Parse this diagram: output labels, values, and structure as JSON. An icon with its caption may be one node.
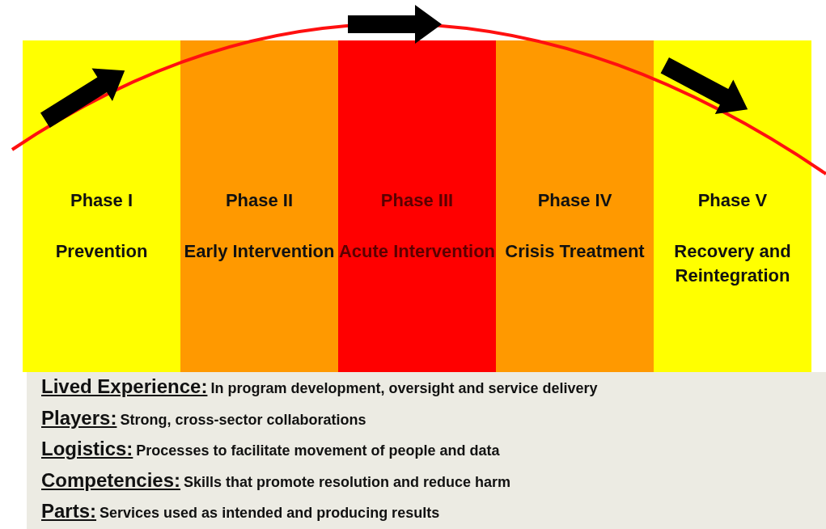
{
  "diagram": {
    "nodes": [
      {
        "text": [
          "Phase I",
          "Prevention"
        ]
      },
      {
        "text": [
          "Phase II",
          "Early Intervention"
        ]
      },
      {
        "text": [
          "Phase III",
          "Acute Intervention"
        ]
      },
      {
        "text": [
          "Phase IV",
          "Crisis Treatment"
        ]
      },
      {
        "text": [
          "Phase V",
          "Recovery and Reintegration"
        ]
      }
    ],
    "edges": [],
    "labels": [
      "Lived Experience:",
      "In program development, oversight and service delivery",
      "Players:",
      "Strong, cross-sector collaborations",
      "Logistics:",
      "Processes to facilitate movement of people and data",
      "Competencies:",
      "Skills that promote resolution and reduce harm",
      "Parts:",
      "Services used as intended and producing results"
    ]
  }
}
